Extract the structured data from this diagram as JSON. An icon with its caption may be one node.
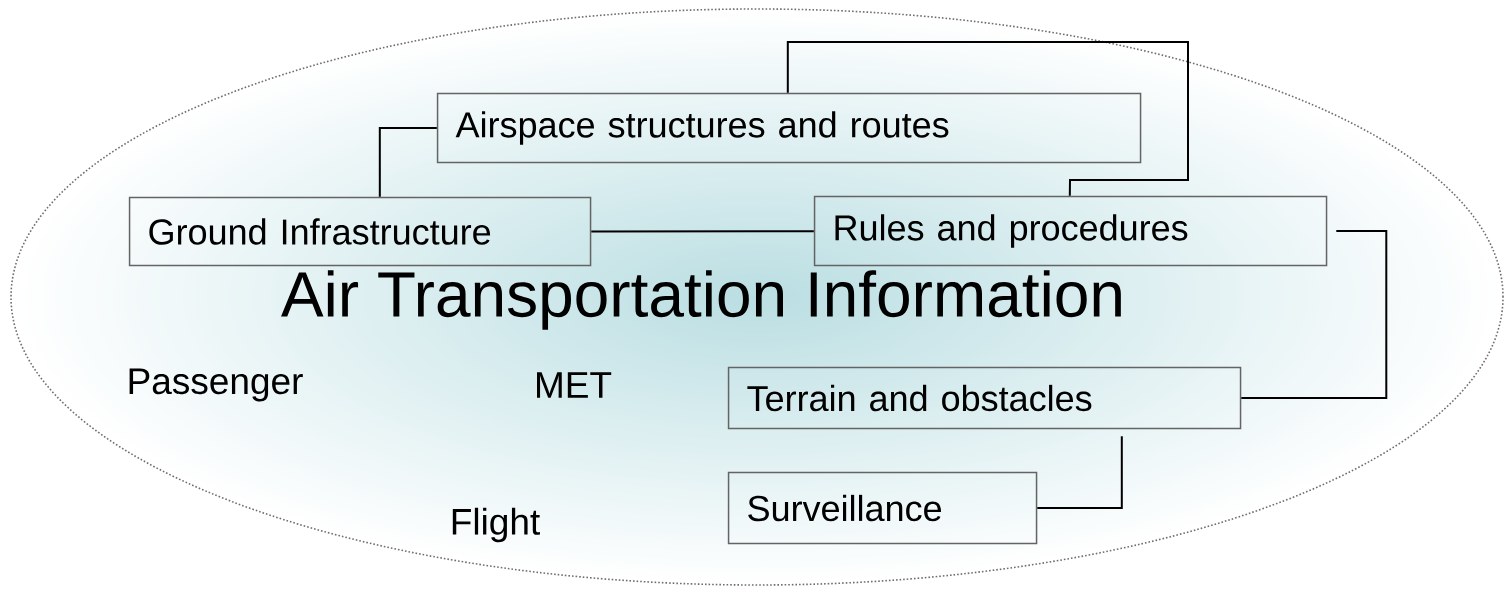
{
  "diagram": {
    "nodes": [
      {
        "text": [
          "Air Transportation Information"
        ]
      },
      {
        "text": [
          "Airspace structures and routes"
        ],
        "in": 0
      },
      {
        "text": [
          "Ground Infrastructure"
        ],
        "in": 0
      },
      {
        "text": [
          "Rules and procedures"
        ],
        "in": 0
      },
      {
        "text": [
          "Terrain and obstacles"
        ],
        "in": 0
      },
      {
        "text": [
          "Surveillance"
        ],
        "in": 0
      }
    ],
    "edges": [
      {
        "from": 2,
        "to": 1,
        "arrow": "none"
      },
      {
        "from": 1,
        "to": 3,
        "arrow": "none"
      },
      {
        "from": 2,
        "to": 3,
        "arrow": "none"
      },
      {
        "from": 3,
        "to": 4,
        "arrow": "none"
      },
      {
        "from": 4,
        "to": 5,
        "arrow": "none"
      }
    ],
    "labels": [
      "Passenger",
      "MET",
      "Flight"
    ]
  }
}
